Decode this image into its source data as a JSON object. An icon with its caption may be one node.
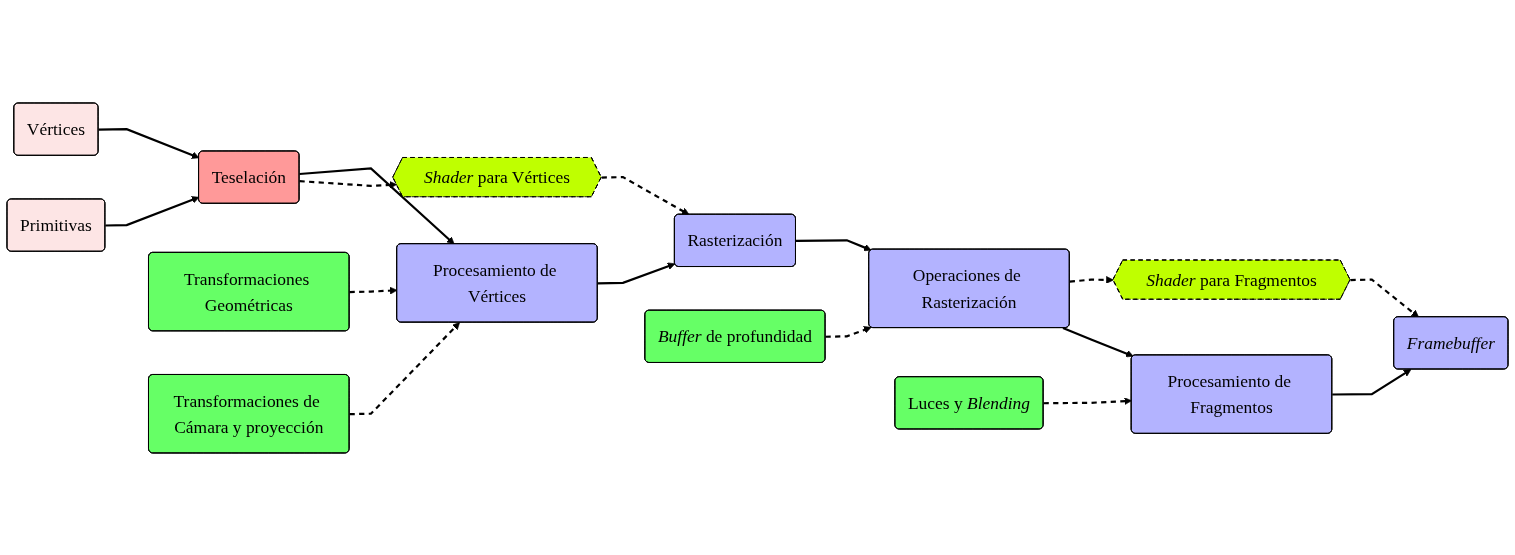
{
  "diagram": {
    "nodes": [
      {
        "text": [
          "Vértices"
        ]
      },
      {
        "text": [
          "Primitivas"
        ]
      },
      {
        "text": [
          "Teselación"
        ]
      },
      {
        "text": [
          "Transformaciones Geométricas"
        ]
      },
      {
        "text": [
          "Transformaciones de Cámara y proyección"
        ]
      },
      {
        "text": [
          "Procesamiento de Vértices"
        ]
      },
      {
        "text": [
          "Rasterización"
        ]
      },
      {
        "text": [
          "*Shader* para Vértices"
        ]
      },
      {
        "text": [
          "*Buffer* de profundidad"
        ]
      },
      {
        "text": [
          "Operaciones de Rasterización"
        ]
      },
      {
        "text": [
          "Luces y *Blending*"
        ]
      },
      {
        "text": [
          "Procesamiento de Fragmentos"
        ]
      },
      {
        "text": [
          "Framebuffer"
        ]
      },
      {
        "text": [
          "*Shader* para Fragmentos"
        ]
      }
    ],
    "edges": [
      {
        "from": 0,
        "to": 2,
        "arrow": "to"
      },
      {
        "from": 1,
        "to": 2,
        "arrow": "to"
      },
      {
        "from": 2,
        "to": 5,
        "arrow": "to"
      },
      {
        "from": 3,
        "to": 5,
        "arrow": "to",
        "style": "dashed"
      },
      {
        "from": 4,
        "to": 5,
        "arrow": "to",
        "style": "dashed"
      },
      {
        "from": 5,
        "to": 6,
        "arrow": "to"
      },
      {
        "from": 2,
        "to": 7,
        "arrow": "to",
        "style": "dashed"
      },
      {
        "from": 7,
        "to": 6,
        "arrow": "to",
        "style": "dashed"
      },
      {
        "from": 6,
        "to": 9,
        "arrow": "to"
      },
      {
        "from": 8,
        "to": 9,
        "arrow": "to",
        "style": "dashed"
      },
      {
        "from": 9,
        "to": 13,
        "arrow": "to",
        "style": "dashed"
      },
      {
        "from": 10,
        "to": 11,
        "arrow": "to",
        "style": "dashed"
      },
      {
        "from": 9,
        "to": 11,
        "arrow": "to"
      },
      {
        "from": 11,
        "to": 12,
        "arrow": "to"
      },
      {
        "from": 13,
        "to": 12,
        "arrow": "to",
        "style": "dashed"
      }
    ]
  }
}
